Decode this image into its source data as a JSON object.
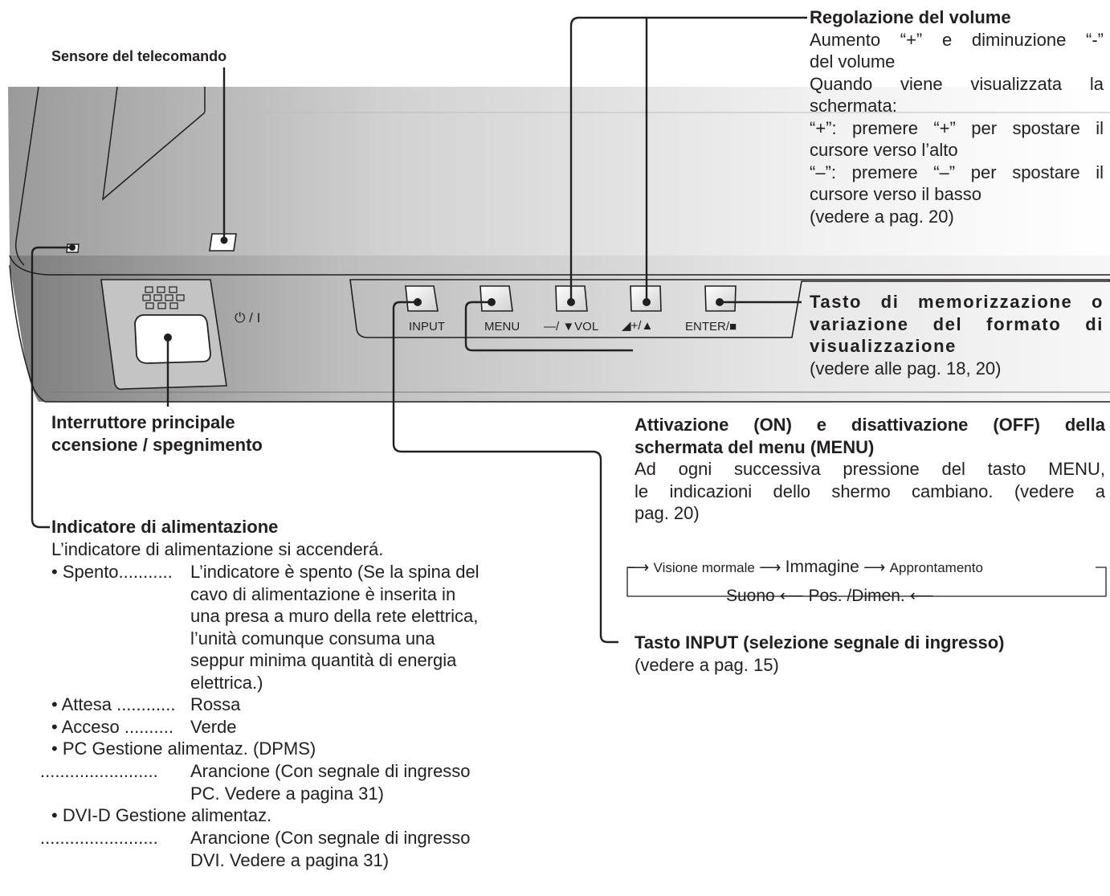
{
  "remote_sensor": {
    "title": "Sensore del telecomando"
  },
  "panel": {
    "power_symbol": "⏻ / I",
    "buttons": [
      {
        "name": "input-button",
        "label": "INPUT"
      },
      {
        "name": "menu-button",
        "label": "MENU"
      },
      {
        "name": "vol-down-button",
        "label": "—/ ▼VOL"
      },
      {
        "name": "vol-up-button",
        "label": "◢+/▲"
      },
      {
        "name": "enter-button",
        "label": "ENTER/■"
      }
    ]
  },
  "volume": {
    "title": "Regolazione del volume",
    "lines": [
      "Aumento “+” e diminuzione “-”",
      "del volume",
      "Quando viene visualizzata la",
      "schermata:",
      "“+”: premere “+” per spostare il",
      "cursore verso l’alto",
      "“–”: premere “–” per spostare il",
      "cursore verso il basso",
      "(vedere a pag. 20)"
    ]
  },
  "memory_key": {
    "title_lines": [
      "Tasto di memorizzazione o",
      "variazione del formato di",
      "visualizzazione"
    ],
    "ref": "(vedere alle pag. 18, 20)"
  },
  "main_switch": {
    "title_lines": [
      "Interruttore principale",
      "ccensione / spegnimento"
    ]
  },
  "menu_toggle": {
    "title_lines": [
      "Attivazione (ON) e disattivazione (OFF) della",
      "schermata del menu (MENU)"
    ],
    "body_lines": [
      "Ad ogni successiva pressione del tasto MENU,",
      "le indicazioni dello shermo cambiano. (vedere a",
      "pag. 20)"
    ],
    "cycle": {
      "row1": [
        "Visione mormale",
        "Immagine",
        "Approntamento"
      ],
      "row2": [
        "Suono",
        "Pos. /Dimen."
      ]
    }
  },
  "input_key": {
    "title": "Tasto INPUT (selezione segnale di ingresso)",
    "ref": "(vedere a pag. 15)"
  },
  "power_indicator": {
    "title": "Indicatore di alimentazione",
    "intro": "L’indicatore di alimentazione si accenderá.",
    "items": [
      {
        "key": "• Spento...........",
        "lines": [
          "L’indicatore è spento (Se la spina del",
          "cavo di alimentazione è inserita in",
          "una presa a muro della rete elettrica,",
          "l’unità comunque consuma una",
          "seppur minima quantità di energia",
          "elettrica.)"
        ]
      },
      {
        "key": "• Attesa ............",
        "lines": [
          "Rossa"
        ]
      },
      {
        "key": "• Acceso ..........",
        "lines": [
          "Verde"
        ]
      }
    ],
    "pc_title": "• PC Gestione alimentaz. (DPMS)",
    "pc_dots": "........................",
    "pc_lines": [
      "Arancione (Con segnale di ingresso",
      "PC. Vedere a pagina 31)"
    ],
    "dvi_title": "• DVI-D Gestione alimentaz.",
    "dvi_dots": "........................",
    "dvi_lines": [
      "Arancione (Con segnale di ingresso",
      "DVI. Vedere a pagina 31)"
    ]
  }
}
